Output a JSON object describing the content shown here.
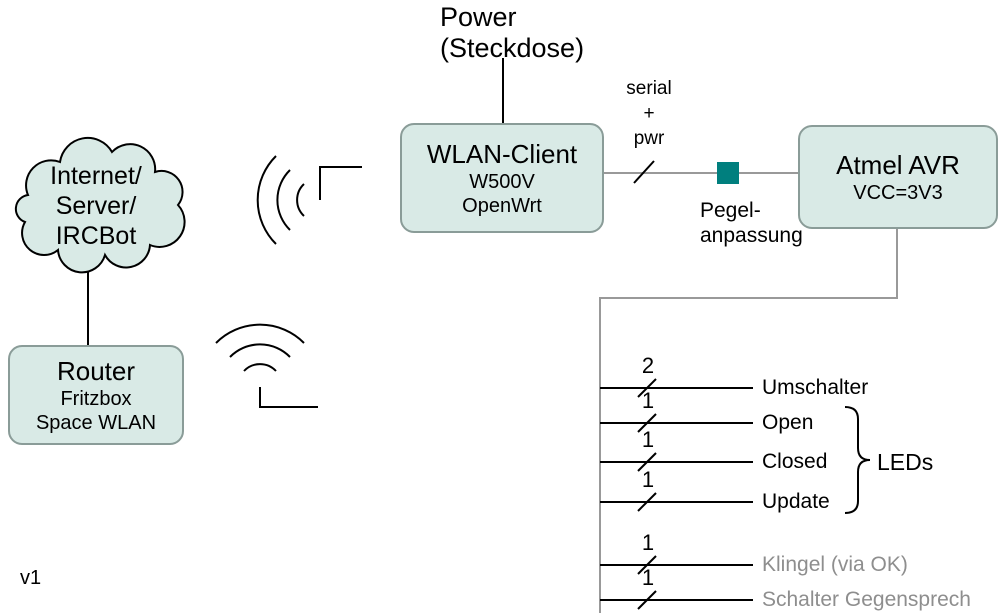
{
  "meta": {
    "version": "v1"
  },
  "power": {
    "line1": "Power",
    "line2": "(Steckdose)"
  },
  "cloud": {
    "line1": "Internet/",
    "line2": "Server/",
    "line3": "IRCBot"
  },
  "router": {
    "title": "Router",
    "model": "Fritzbox",
    "network": "Space WLAN"
  },
  "wlan_client": {
    "title": "WLAN-Client",
    "model": "W500V",
    "firmware": "OpenWrt"
  },
  "avr": {
    "title": "Atmel AVR",
    "voltage": "VCC=3V3"
  },
  "serial_link": {
    "line1": "serial",
    "line2": "+",
    "line3": "pwr"
  },
  "level_shifter": {
    "line1": "Pegel-",
    "line2": "anpassung"
  },
  "signals": [
    {
      "width": "2",
      "label": "Umschalter"
    },
    {
      "width": "1",
      "label": "Open"
    },
    {
      "width": "1",
      "label": "Closed"
    },
    {
      "width": "1",
      "label": "Update"
    },
    {
      "width": "1",
      "label": "Klingel (via OK)"
    },
    {
      "width": "1",
      "label": "Schalter Gegensprech"
    }
  ],
  "led_group": {
    "label": "LEDs"
  },
  "colors": {
    "box_fill": "#d9eae6",
    "box_border": "#8a9c98",
    "teal_square": "#007f7e",
    "muted_text": "#8e8e8e",
    "line_gray": "#999999"
  }
}
